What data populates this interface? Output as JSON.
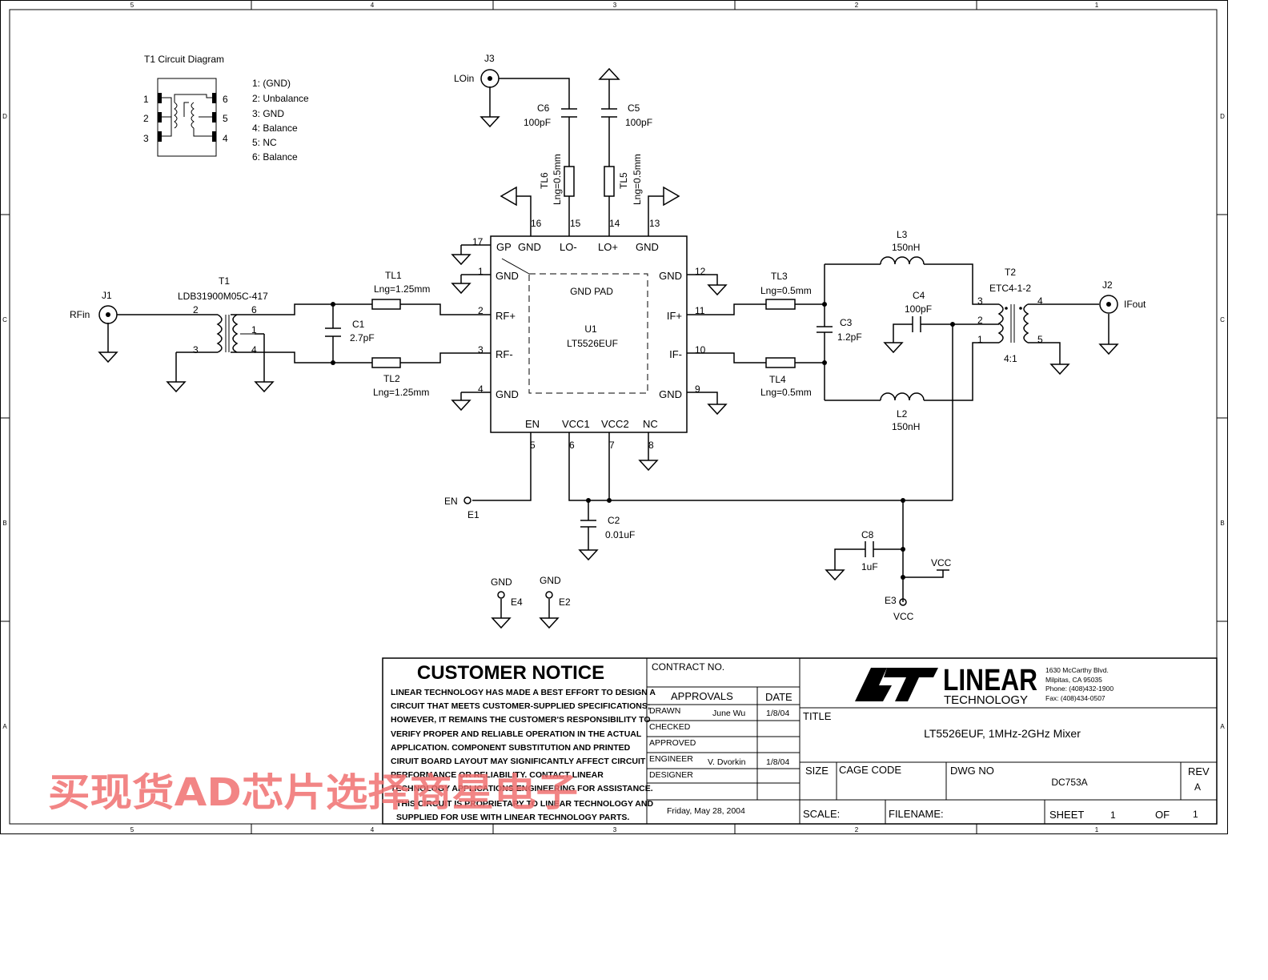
{
  "border": {
    "cols": [
      "5",
      "4",
      "3",
      "2",
      "1"
    ],
    "rows": [
      "D",
      "C",
      "B",
      "A"
    ]
  },
  "t1_diagram": {
    "title": "T1 Circuit Diagram",
    "left_pins": [
      "1",
      "2",
      "3"
    ],
    "right_pins": [
      "6",
      "5",
      "4"
    ],
    "legend": [
      "1: (GND)",
      "2: Unbalance",
      "3: GND",
      "4: Balance",
      "5: NC",
      "6: Balance"
    ]
  },
  "connectors": {
    "j1": {
      "ref": "J1",
      "label": "RFin"
    },
    "j2": {
      "ref": "J2",
      "label": "IFout"
    },
    "j3": {
      "ref": "J3",
      "label": "LOin"
    }
  },
  "components": {
    "t1": {
      "ref": "T1",
      "part": "LDB31900M05C-417",
      "pins": [
        "2",
        "3",
        "6",
        "1",
        "4"
      ]
    },
    "t2": {
      "ref": "T2",
      "part": "ETC4-1-2",
      "ratio": "4:1",
      "pins": [
        "3",
        "2",
        "1",
        "4",
        "5"
      ]
    },
    "c1": {
      "ref": "C1",
      "value": "2.7pF"
    },
    "c2": {
      "ref": "C2",
      "value": "0.01uF"
    },
    "c3": {
      "ref": "C3",
      "value": "1.2pF"
    },
    "c4": {
      "ref": "C4",
      "value": "100pF"
    },
    "c5": {
      "ref": "C5",
      "value": "100pF"
    },
    "c6": {
      "ref": "C6",
      "value": "100pF"
    },
    "c8": {
      "ref": "C8",
      "value": "1uF"
    },
    "l2": {
      "ref": "L2",
      "value": "150nH"
    },
    "l3": {
      "ref": "L3",
      "value": "150nH"
    },
    "tl1": {
      "ref": "TL1",
      "value": "Lng=1.25mm"
    },
    "tl2": {
      "ref": "TL2",
      "value": "Lng=1.25mm"
    },
    "tl3": {
      "ref": "TL3",
      "value": "Lng=0.5mm"
    },
    "tl4": {
      "ref": "TL4",
      "value": "Lng=0.5mm"
    },
    "tl5": {
      "ref": "TL5",
      "value": "Lng=0.5mm"
    },
    "tl6": {
      "ref": "TL6",
      "value": "Lng=0.5mm"
    }
  },
  "ic": {
    "ref": "U1",
    "part": "LT5526EUF",
    "pad": "GND PAD",
    "top_pins": [
      {
        "num": "16",
        "name": "GND"
      },
      {
        "num": "15",
        "name": "LO-"
      },
      {
        "num": "14",
        "name": "LO+"
      },
      {
        "num": "13",
        "name": "GND"
      }
    ],
    "gp": {
      "num": "17",
      "name": "GP"
    },
    "left_pins": [
      {
        "num": "1",
        "name": "GND"
      },
      {
        "num": "2",
        "name": "RF+"
      },
      {
        "num": "3",
        "name": "RF-"
      },
      {
        "num": "4",
        "name": "GND"
      }
    ],
    "right_pins": [
      {
        "num": "12",
        "name": "GND"
      },
      {
        "num": "11",
        "name": "IF+"
      },
      {
        "num": "10",
        "name": "IF-"
      },
      {
        "num": "9",
        "name": "GND"
      }
    ],
    "bottom_pins": [
      {
        "num": "5",
        "name": "EN"
      },
      {
        "num": "6",
        "name": "VCC1"
      },
      {
        "num": "7",
        "name": "VCC2"
      },
      {
        "num": "8",
        "name": "NC"
      }
    ]
  },
  "terminals": {
    "e1": {
      "ref": "E1",
      "label": "EN"
    },
    "e2": {
      "ref": "E2",
      "label": "GND"
    },
    "e3": {
      "ref": "E3",
      "label": "VCC"
    },
    "e4": {
      "ref": "E4",
      "label": "GND"
    },
    "vcc_flag": "VCC"
  },
  "title_block": {
    "notice_title": "CUSTOMER NOTICE",
    "notice_lines": [
      "LINEAR TECHNOLOGY HAS MADE A BEST EFFORT TO DESIGN A",
      "CIRCUIT THAT MEETS CUSTOMER-SUPPLIED SPECIFICATIONS;",
      "HOWEVER, IT REMAINS THE CUSTOMER'S RESPONSIBILITY TO",
      "VERIFY PROPER AND RELIABLE OPERATION IN THE ACTUAL",
      "APPLICATION.  COMPONENT SUBSTITUTION AND PRINTED",
      "CIRUIT BOARD LAYOUT MAY SIGNIFICANTLY AFFECT CIRCUIT",
      "PERFORMANCE OR RELIABILITY.  CONTACT LINEAR",
      "TECHNOLOGY APPLICATIONS ENGINEERING FOR ASSISTANCE."
    ],
    "notice_footer": [
      "THIS CIRCUIT IS PROPRIETARY TO LINEAR TECHNOLOGY AND",
      "SUPPLIED FOR USE WITH LINEAR TECHNOLOGY PARTS."
    ],
    "contract_label": "CONTRACT NO.",
    "approvals_label": "APPROVALS",
    "date_label": "DATE",
    "approvals": [
      {
        "role": "DRAWN",
        "name": "June Wu",
        "date": "1/8/04"
      },
      {
        "role": "CHECKED",
        "name": "",
        "date": ""
      },
      {
        "role": "APPROVED",
        "name": "",
        "date": ""
      },
      {
        "role": "ENGINEER",
        "name": "V. Dvorkin",
        "date": "1/8/04"
      },
      {
        "role": "DESIGNER",
        "name": "",
        "date": ""
      }
    ],
    "print_date": "Friday, May 28, 2004",
    "logo_text": "LINEAR",
    "logo_sub": "TECHNOLOGY",
    "address": [
      "1630 McCarthy Blvd.",
      "Milpitas, CA 95035",
      "Phone: (408)432-1900",
      "Fax: (408)434-0507"
    ],
    "title_label": "TITLE",
    "title": "LT5526EUF, 1MHz-2GHz Mixer",
    "size_label": "SIZE",
    "cage_label": "CAGE CODE",
    "dwg_label": "DWG NO",
    "dwg_no": "DC753A",
    "rev_label": "REV",
    "rev": "A",
    "scale_label": "SCALE:",
    "filename_label": "FILENAME:",
    "sheet_label": "SHEET",
    "sheet": "1",
    "of_label": "OF",
    "of": "1"
  },
  "watermark": "买现货AD芯片选择商星电子"
}
